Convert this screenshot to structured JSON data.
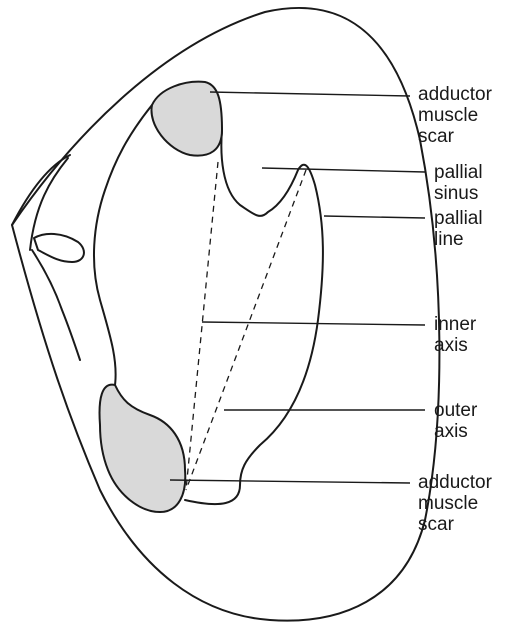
{
  "labels": {
    "adductor_top": [
      "adductor",
      "muscle",
      "scar"
    ],
    "pallial_sinus": [
      "pallial",
      "sinus"
    ],
    "pallial_line": [
      "pallial",
      "line"
    ],
    "inner_axis": [
      "inner",
      "axis"
    ],
    "outer_axis": [
      "outer",
      "axis"
    ],
    "adductor_bottom": [
      "adductor",
      "muscle",
      "scar"
    ]
  },
  "colors": {
    "stroke": "#1a1a1a",
    "scar_fill": "#d9d9d9",
    "background": "#ffffff"
  }
}
